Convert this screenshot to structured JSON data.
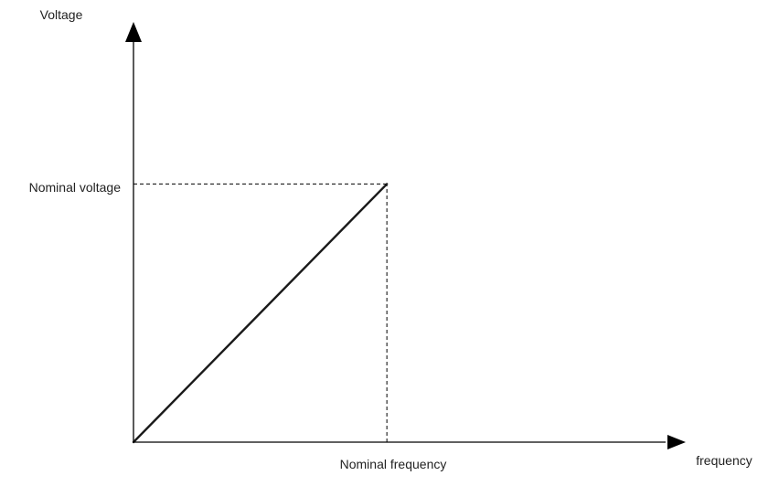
{
  "chart_data": {
    "type": "line",
    "title": "",
    "ylabel": "Voltage",
    "xlabel": "frequency",
    "x_reference_label": "Nominal frequency",
    "y_reference_label": "Nominal voltage",
    "series": [
      {
        "x": [
          0,
          1
        ],
        "y": [
          0,
          1
        ]
      }
    ],
    "xlim": [
      0,
      2.1
    ],
    "ylim": [
      0,
      1.55
    ],
    "reference_lines": [
      {
        "orientation": "vertical",
        "x": 1,
        "y_from": 0,
        "y_to": 1,
        "style": "dashed"
      },
      {
        "orientation": "horizontal",
        "y": 1,
        "x_from": 0,
        "x_to": 1,
        "style": "dashed"
      }
    ],
    "grid": false,
    "legend": "none"
  },
  "colors": {
    "axis": "#000000",
    "line": "#1a1a1a",
    "text": "#222222"
  }
}
